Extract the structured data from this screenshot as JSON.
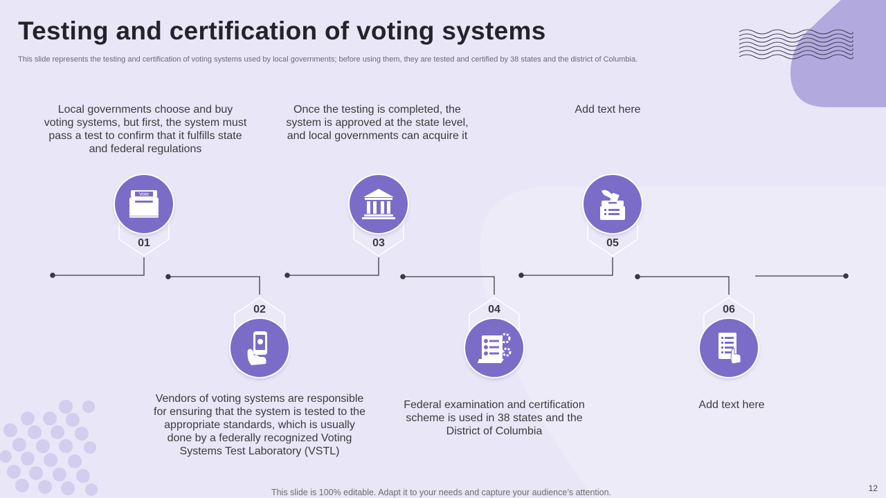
{
  "slide": {
    "title": "Testing and certification of voting systems",
    "subtitle": "This slide represents the testing and certification of voting systems used by local governments; before using them, they are tested and certified by 38 states and the district of Columbia.",
    "footer": "This slide is 100% editable. Adapt it to your needs and capture your audience’s attention.",
    "page_number": "12"
  },
  "steps": [
    {
      "number": "01",
      "icon": "ballot-box-icon",
      "text": "Local governments choose and buy voting systems, but first, the system must pass a test to confirm that it fulfills state and federal regulations"
    },
    {
      "number": "02",
      "icon": "mobile-vote-hand-icon",
      "text": "Vendors of voting systems are responsible for ensuring that the system is tested to the appropriate standards, which is usually done by a federally recognized Voting Systems Test Laboratory (VSTL)"
    },
    {
      "number": "03",
      "icon": "government-building-icon",
      "text": "Once the testing is completed, the system is approved at the state level, and local governments can acquire it"
    },
    {
      "number": "04",
      "icon": "certificate-checklist-icon",
      "text": "Federal examination and certification scheme is used in 38 states and the District of Columbia"
    },
    {
      "number": "05",
      "icon": "vote-casting-icon",
      "text": "Add text here"
    },
    {
      "number": "06",
      "icon": "checklist-hand-icon",
      "text": "Add text here"
    }
  ],
  "icons": {
    "ballot_label": "Vote"
  },
  "colors": {
    "accent": "#7b6cc8",
    "background": "#e9e6f8",
    "line": "#3a3940"
  }
}
